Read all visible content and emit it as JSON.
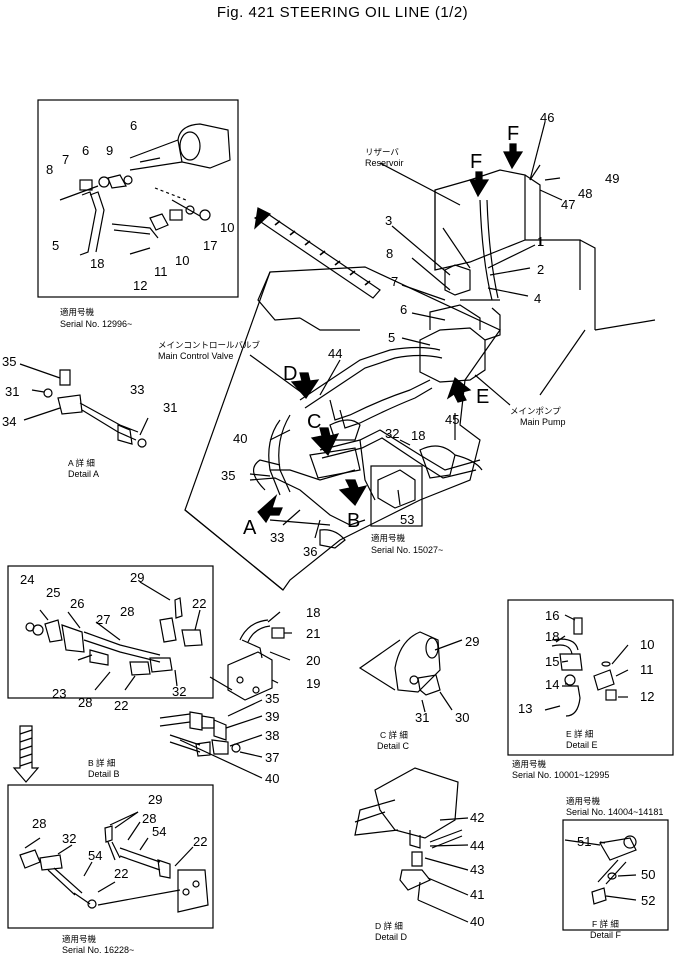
{
  "title": "Fig. 421  STEERING  OIL  LINE  (1/2)",
  "labels": {
    "reservoir_jp": "リザーバ",
    "reservoir_en": "Reservoir",
    "mcv_jp": "メインコントロールバルブ",
    "mcv_en": "Main Control Valve",
    "pump_jp": "メインポンプ",
    "pump_en": "Main Pump"
  },
  "details": {
    "a_jp": "A 詳 細",
    "a_en": "Detail A",
    "b_jp": "B 詳 細",
    "b_en": "Detail B",
    "c_jp": "C 詳 細",
    "c_en": "Detail C",
    "d_jp": "D 詳 細",
    "d_en": "Detail D",
    "e_jp": "E 詳 細",
    "e_en": "Detail E",
    "f_jp": "F 詳 細",
    "f_en": "Detail F"
  },
  "serials": {
    "applicable_jp": "適用号機",
    "s1": "Serial No. 12996~",
    "s2": "Serial No. 15027~",
    "s3": "Serial No. 10001~12995",
    "s4": "Serial No. 14004~14181",
    "s5": "Serial No. 16228~"
  },
  "callouts": {
    "A": "A",
    "B": "B",
    "C": "C",
    "D": "D",
    "E": "E",
    "F": "F",
    "n1": "1",
    "n2": "2",
    "n3": "3",
    "n4": "4",
    "n5": "5",
    "n6": "6",
    "n7": "7",
    "n8": "8",
    "n9": "9",
    "n10": "10",
    "n11": "11",
    "n12": "12",
    "n13": "13",
    "n14": "14",
    "n15": "15",
    "n16": "16",
    "n17": "17",
    "n18": "18",
    "n19": "19",
    "n20": "20",
    "n21": "21",
    "n22": "22",
    "n23": "23",
    "n24": "24",
    "n25": "25",
    "n26": "26",
    "n27": "27",
    "n28": "28",
    "n29": "29",
    "n30": "30",
    "n31": "31",
    "n32": "32",
    "n33": "33",
    "n34": "34",
    "n35": "35",
    "n36": "36",
    "n37": "37",
    "n38": "38",
    "n39": "39",
    "n40": "40",
    "n41": "41",
    "n42": "42",
    "n43": "43",
    "n44": "44",
    "n45": "45",
    "n46": "46",
    "n47": "47",
    "n48": "48",
    "n49": "49",
    "n50": "50",
    "n51": "51",
    "n52": "52",
    "n53": "53",
    "n54": "54"
  }
}
